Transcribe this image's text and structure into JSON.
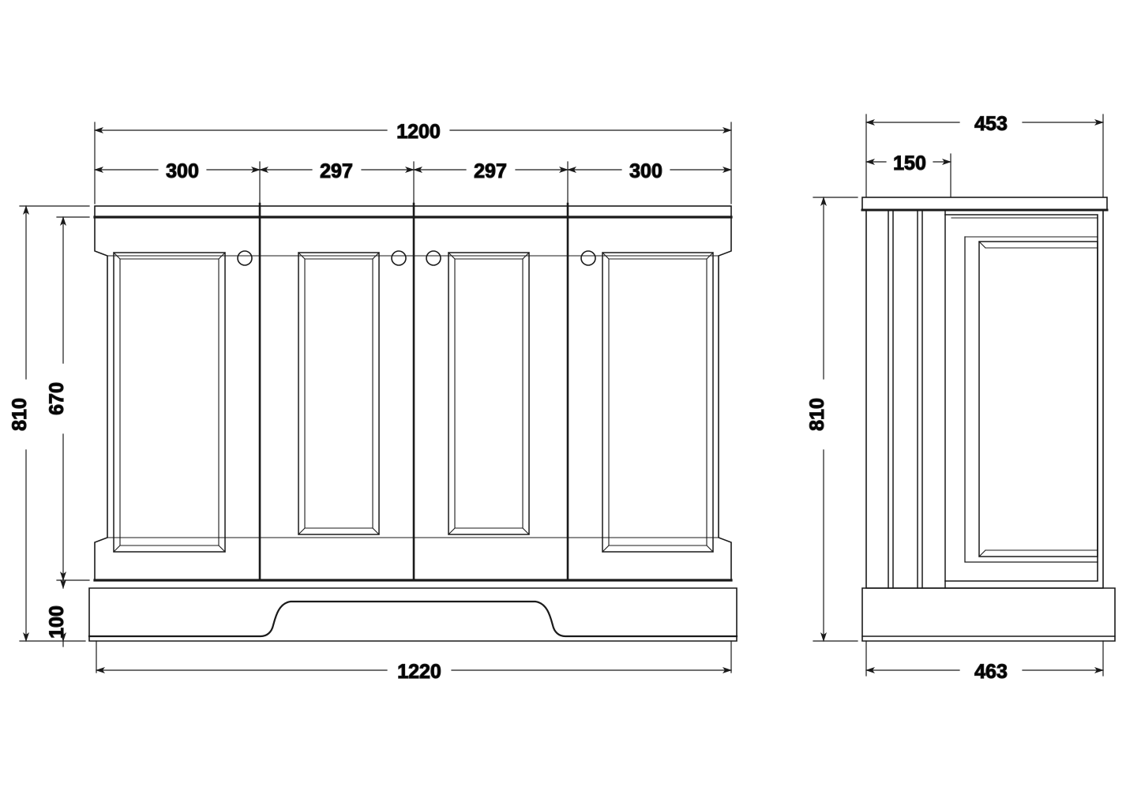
{
  "drawing": {
    "title": "Vanity Unit Technical Drawing",
    "units": "mm",
    "line_color": "#1a1a1a",
    "background": "#ffffff"
  },
  "front_view": {
    "name": "front-elevation",
    "overall_width": "1200",
    "overall_width_with_plinth": "1220",
    "overall_height": "810",
    "door_height": "670",
    "plinth_height": "100",
    "door_widths": [
      "300",
      "297",
      "297",
      "300"
    ],
    "door_count": 4,
    "knob_count": 4
  },
  "side_view": {
    "name": "side-elevation",
    "overall_depth": "453",
    "overall_depth_with_plinth": "463",
    "partial_depth": "150",
    "overall_height": "810"
  },
  "dimensions": {
    "d_1200": "1200",
    "d_300_left": "300",
    "d_297_left": "297",
    "d_297_right": "297",
    "d_300_right": "300",
    "d_810_front": "810",
    "d_670": "670",
    "d_100": "100",
    "d_1220": "1220",
    "d_453": "453",
    "d_150": "150",
    "d_810_side": "810",
    "d_463": "463"
  }
}
